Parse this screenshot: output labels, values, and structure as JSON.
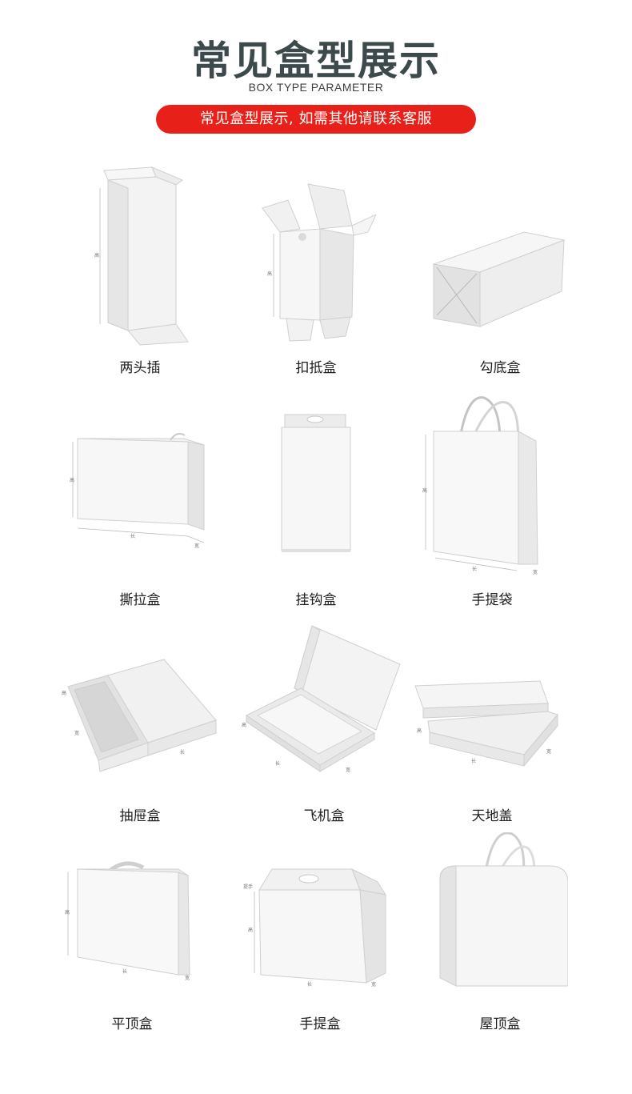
{
  "header": {
    "title": "常见盒型展示",
    "subtitle": "BOX TYPE PARAMETER",
    "banner": "常见盒型展示, 如需其他请联系客服"
  },
  "boxes": [
    {
      "label": "两头插",
      "icon": "tuck-end-box-icon"
    },
    {
      "label": "扣抵盒",
      "icon": "lock-bottom-box-icon"
    },
    {
      "label": "勾底盒",
      "icon": "hook-bottom-box-icon"
    },
    {
      "label": "撕拉盒",
      "icon": "tear-strip-box-icon"
    },
    {
      "label": "挂钩盒",
      "icon": "hanging-hook-box-icon"
    },
    {
      "label": "手提袋",
      "icon": "paper-bag-icon"
    },
    {
      "label": "抽屉盒",
      "icon": "drawer-box-icon"
    },
    {
      "label": "飞机盒",
      "icon": "mailer-box-icon"
    },
    {
      "label": "天地盖",
      "icon": "lid-and-base-box-icon"
    },
    {
      "label": "平顶盒",
      "icon": "flat-top-handle-box-icon"
    },
    {
      "label": "手提盒",
      "icon": "carry-handle-box-icon"
    },
    {
      "label": "屋顶盒",
      "icon": "arched-top-bag-icon"
    }
  ],
  "dims": {
    "h": "高",
    "l": "长",
    "w": "宽",
    "grip": "提手"
  },
  "colors": {
    "title": "#3d4a4c",
    "banner": "#e8201a",
    "box_face": "#f4f4f4",
    "box_side": "#e2e2e2",
    "box_edge": "#c9c9c9"
  }
}
